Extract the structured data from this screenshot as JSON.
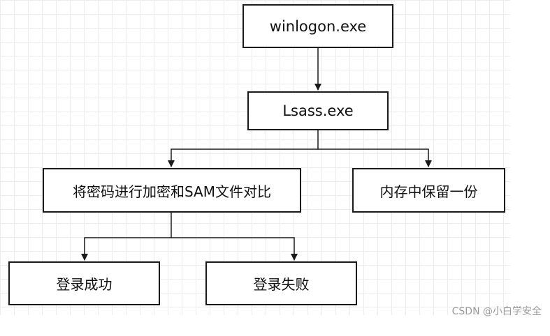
{
  "nodes": {
    "winlogon": "winlogon.exe",
    "lsass": "Lsass.exe",
    "compare": "将密码进行加密和SAM文件对比",
    "memory": "内存中保留一份",
    "success": "登录成功",
    "fail": "登录失败"
  },
  "edges": [
    {
      "from": "winlogon",
      "to": "lsass"
    },
    {
      "from": "lsass",
      "to": "compare"
    },
    {
      "from": "lsass",
      "to": "memory"
    },
    {
      "from": "compare",
      "to": "success"
    },
    {
      "from": "compare",
      "to": "fail"
    }
  ],
  "watermark": "CSDN @小白学安全",
  "colors": {
    "line": "#1a1a1a",
    "background": "#ffffff",
    "grid": "#ececec"
  }
}
